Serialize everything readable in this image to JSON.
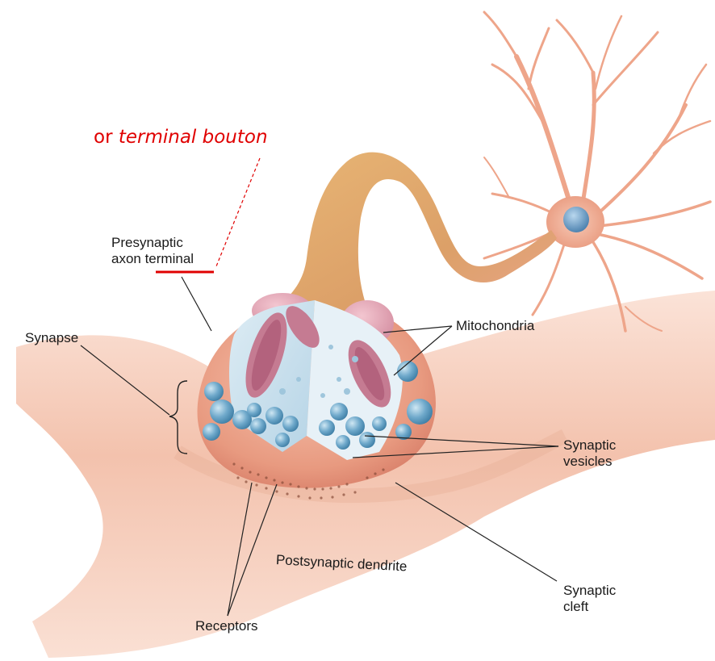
{
  "annotation": {
    "prefix": "or",
    "italic": "terminal bouton",
    "color": "#e00000"
  },
  "labels": {
    "presynaptic_line1": "Presynaptic",
    "presynaptic_line2": "axon terminal",
    "synapse": "Synapse",
    "mitochondria": "Mitochondria",
    "synaptic_vesicles_line1": "Synaptic",
    "synaptic_vesicles_line2": "vesicles",
    "postsynaptic_dendrite": "Postsynaptic dendrite",
    "synaptic_cleft_line1": "Synaptic",
    "synaptic_cleft_line2": "cleft",
    "receptors": "Receptors"
  },
  "colors": {
    "neuron": "#f2b39c",
    "neuron_dark": "#d98a6e",
    "nucleus": "#6f9ec4",
    "axon": "#d9a35e",
    "dendrite": "#f4c7b4",
    "terminal": "#eaa58c",
    "interior": "#cfe3ef",
    "vesicle": "#5a9cc0",
    "mitochondria": "#c97b8e",
    "highlight": "#e00000"
  }
}
